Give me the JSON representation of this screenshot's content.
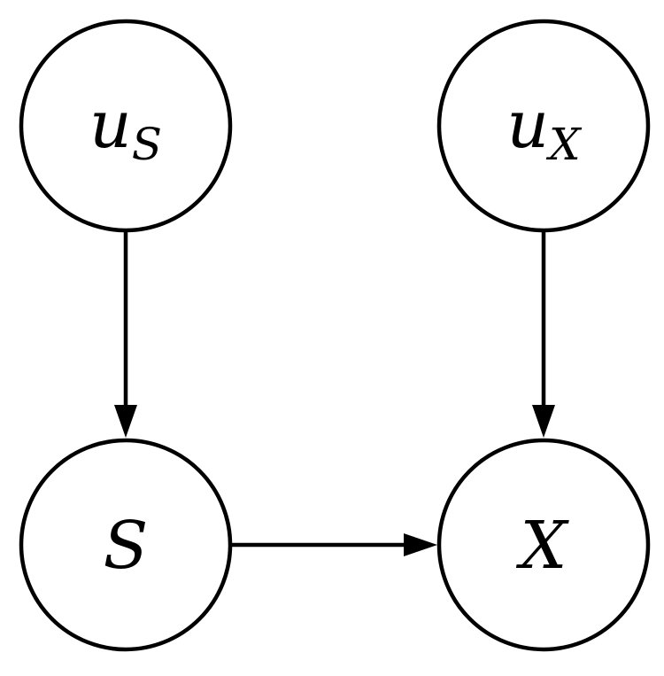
{
  "diagram": {
    "nodes": {
      "us": {
        "symbol": "u",
        "subscript": "S"
      },
      "ux": {
        "symbol": "u",
        "subscript": "X"
      },
      "s": {
        "symbol": "S"
      },
      "x": {
        "symbol": "X"
      }
    },
    "edges": [
      {
        "from": "us",
        "to": "s"
      },
      {
        "from": "ux",
        "to": "x"
      },
      {
        "from": "s",
        "to": "x"
      }
    ],
    "colors": {
      "stroke": "#000000",
      "fill": "#ffffff"
    }
  }
}
